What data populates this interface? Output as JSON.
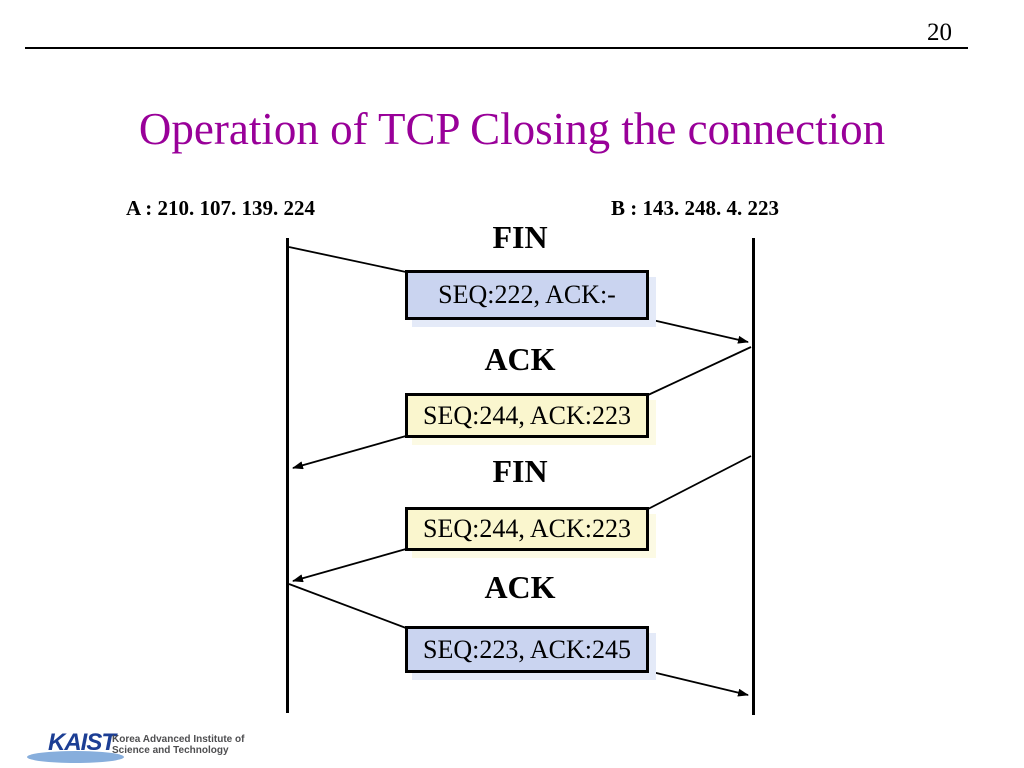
{
  "slide": {
    "page_number": "20",
    "title": "Operation of TCP Closing the connection"
  },
  "hosts": {
    "a_label": "A : 210. 107. 139. 224",
    "b_label": "B : 143. 248. 4. 223"
  },
  "messages": [
    {
      "label": "FIN",
      "packet": "SEQ:222, ACK:-",
      "direction": "A-to-B",
      "box_color": "#CAD4F0"
    },
    {
      "label": "ACK",
      "packet": "SEQ:244, ACK:223",
      "direction": "B-to-A",
      "box_color": "#FAF6CE"
    },
    {
      "label": "FIN",
      "packet": "SEQ:244, ACK:223",
      "direction": "B-to-A",
      "box_color": "#FAF6CE"
    },
    {
      "label": "ACK",
      "packet": "SEQ:223, ACK:245",
      "direction": "A-to-B",
      "box_color": "#CAD4F0"
    }
  ],
  "logo": {
    "name": "KAIST",
    "subtext_line1": "Korea Advanced Institute of",
    "subtext_line2": "Science and Technology"
  },
  "colors": {
    "title": "#990099",
    "box_fill_from_a": "#CAD4F0",
    "box_fill_from_b": "#FAF6CE",
    "line": "#000000",
    "kaist_blue": "#1C3E94",
    "swoosh_blue": "#87AEDC",
    "logo_subtext_gray": "#4E4E50"
  }
}
